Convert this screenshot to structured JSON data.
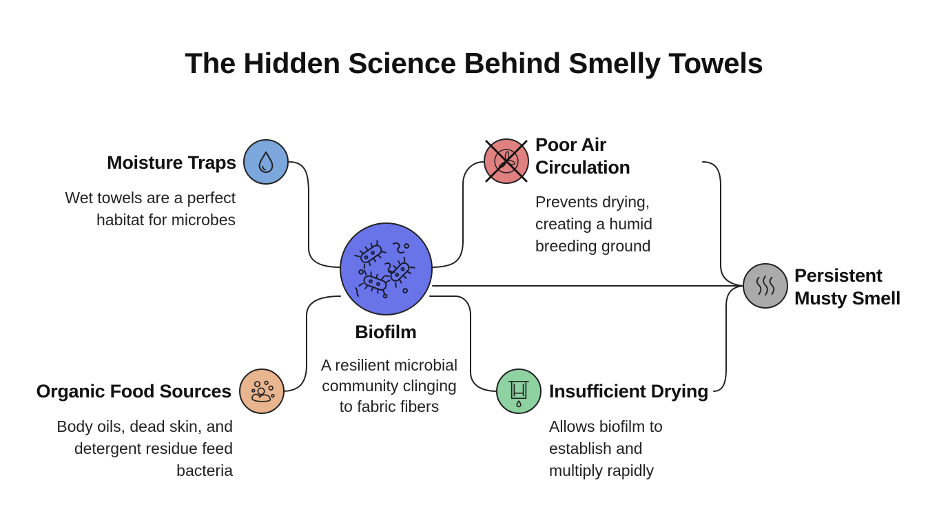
{
  "title": "The Hidden Science Behind Smelly Towels",
  "colors": {
    "moisture": "#7ba7dc",
    "biofilm": "#6874e8",
    "air": "#e08080",
    "organic": "#e8b58e",
    "drying": "#8fd2a2",
    "smell": "#aaaaaa",
    "line": "#222222"
  },
  "nodes": {
    "moisture": {
      "heading": "Moisture Traps",
      "description": "Wet towels are a perfect\nhabitat for microbes",
      "icon": "water-drop-icon"
    },
    "air": {
      "heading": "Poor Air\nCirculation",
      "description": "Prevents drying,\ncreating a humid\nbreeding ground",
      "icon": "crossed-fan-icon"
    },
    "biofilm": {
      "heading": "Biofilm",
      "description": "A resilient microbial\ncommunity clinging\nto fabric fibers",
      "icon": "bacteria-icon"
    },
    "organic": {
      "heading": "Organic Food Sources",
      "description": "Body oils, dead skin, and\ndetergent residue feed\nbacteria",
      "icon": "particles-icon"
    },
    "drying": {
      "heading": "Insufficient Drying",
      "description": "Allows biofilm to\nestablish and\nmultiply rapidly",
      "icon": "hanging-towel-icon"
    },
    "smell": {
      "heading": "Persistent\nMusty Smell",
      "icon": "odor-waves-icon"
    }
  }
}
